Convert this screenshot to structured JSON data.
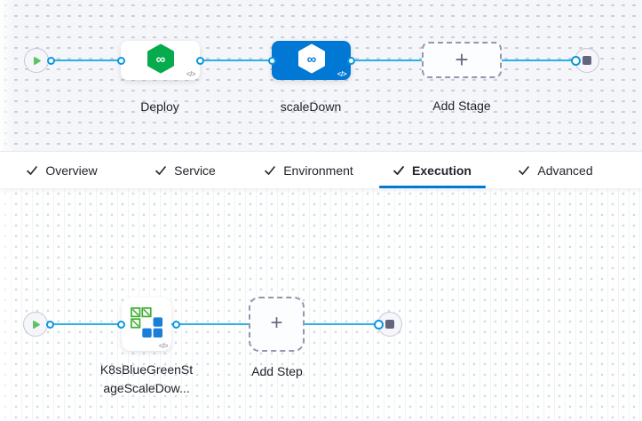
{
  "colors": {
    "accent_blue": "#0278d5",
    "edge_blue": "#2bb0e8",
    "cd_green": "#05ab4c",
    "play_green": "#5ec264"
  },
  "stage_pipeline": {
    "stages": [
      {
        "label": "Deploy",
        "selected": false
      },
      {
        "label": "scaleDown",
        "selected": true
      }
    ],
    "add_stage_label": "Add Stage",
    "code_badge": "</>"
  },
  "tabs": [
    {
      "label": "Overview",
      "checked": true,
      "active": false
    },
    {
      "label": "Service",
      "checked": true,
      "active": false
    },
    {
      "label": "Environment",
      "checked": true,
      "active": false
    },
    {
      "label": "Execution",
      "checked": true,
      "active": true
    },
    {
      "label": "Advanced",
      "checked": true,
      "active": false
    }
  ],
  "execution_panel": {
    "step": {
      "label_line1": "K8sBlueGreenSt",
      "label_line2": "ageScaleDow..."
    },
    "add_step_label": "Add Step",
    "code_badge": "</>"
  }
}
